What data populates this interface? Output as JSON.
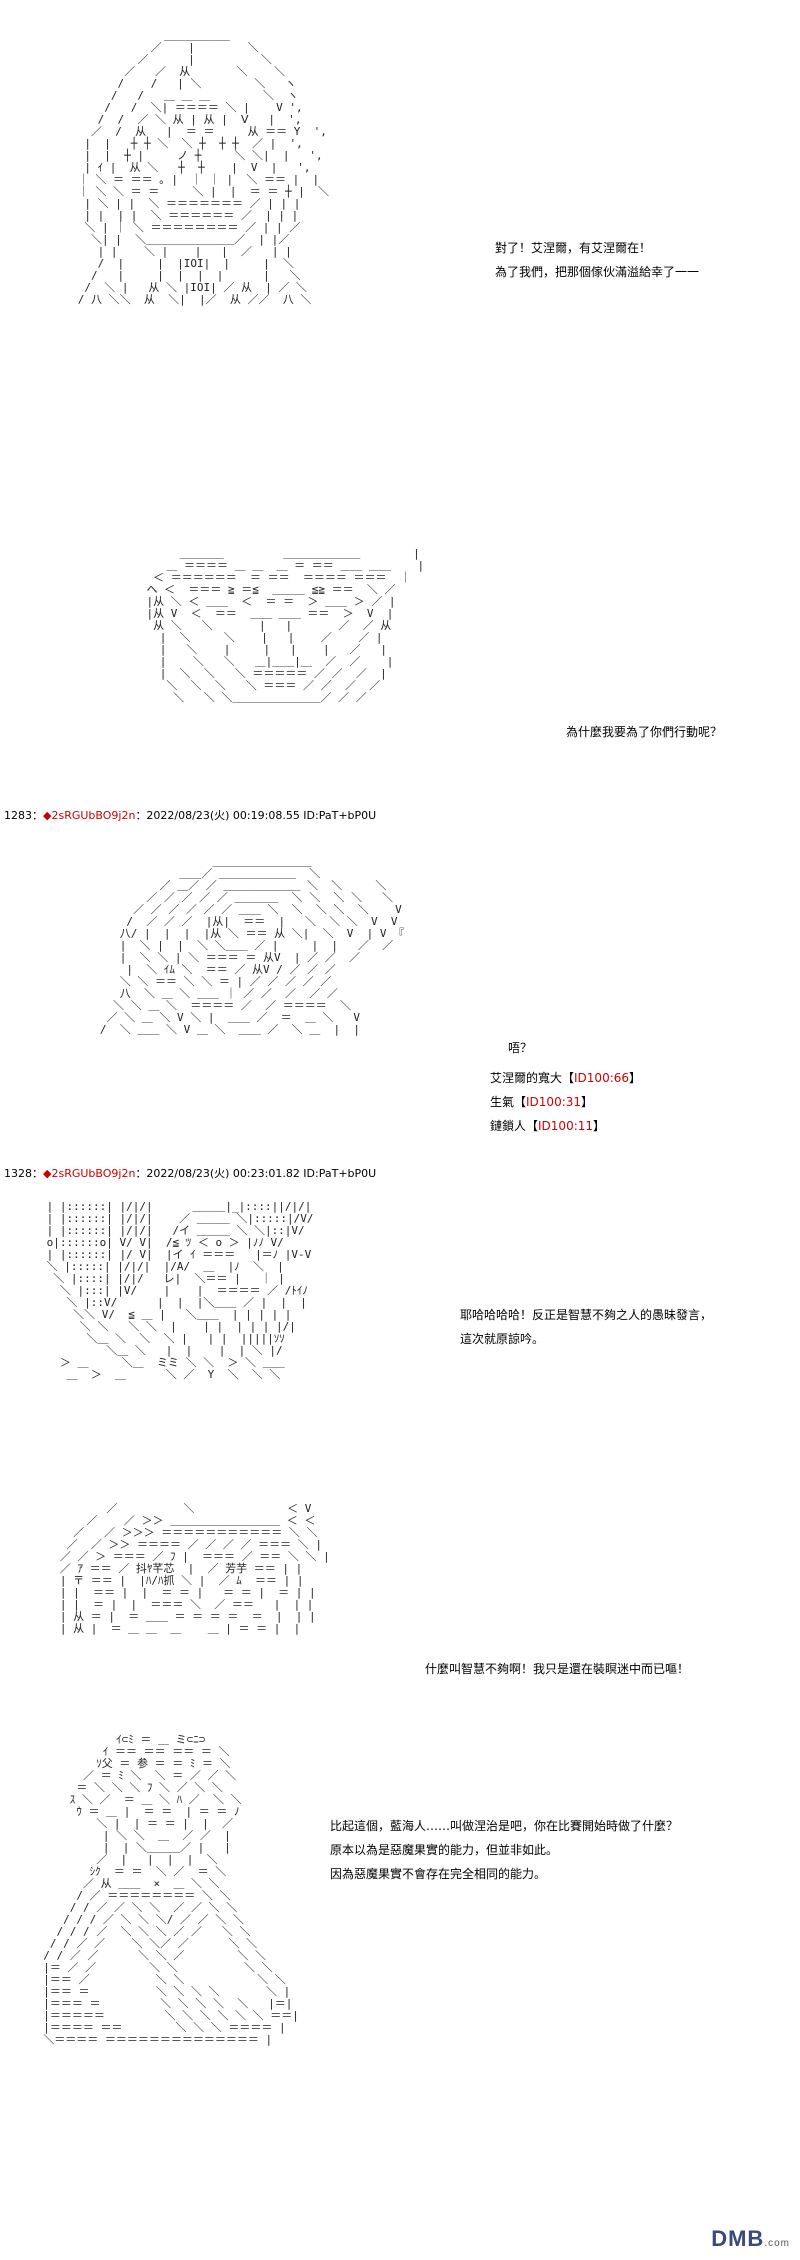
{
  "panel1": {
    "lines": [
      "對了！艾涅爾，有艾涅爾在！",
      "為了我們，把那個傢伙滿溢給幸了一一"
    ]
  },
  "panel2": {
    "lines": [
      "為什麼我要為了你們行動呢？"
    ]
  },
  "post1": {
    "number": "1283：",
    "trip": "◆2sRGUbBO9j2n",
    "date": "：2022/08/23(火) 00:19:08.55 ID:PaT+bP0U"
  },
  "panel3": {
    "huh": "唔？",
    "stat1_label": "艾涅爾的寬大【",
    "stat1_value": "ID100:66",
    "stat1_end": "】",
    "stat2_label": "生氣【",
    "stat2_value": "ID100:31",
    "stat2_end": "】",
    "stat3_label": "鏈鎖人【",
    "stat3_value": "ID100:11",
    "stat3_end": "】"
  },
  "post2": {
    "number": "1328：",
    "trip": "◆2sRGUbBO9j2n",
    "date": "：2022/08/23(火) 00:23:01.82 ID:PaT+bP0U"
  },
  "panel4": {
    "lines": [
      "耶哈哈哈哈！反正是智慧不夠之人的愚昧發言，",
      "這次就原諒吟。"
    ]
  },
  "panel5": {
    "lines": [
      "什麼叫智慧不夠啊！我只是還在裝瞑迷中而已嘔！"
    ]
  },
  "panel6": {
    "lines": [
      "比起這個，藍海人……叫做涅治是吧，你在比賽開始時做了什麼？",
      "原本以為是惡魔果實的能力，但並非如此。",
      "因為惡魔果實不會存在完全相同的能力。"
    ]
  },
  "logo": {
    "main": "DMB",
    "sub": ".com"
  }
}
